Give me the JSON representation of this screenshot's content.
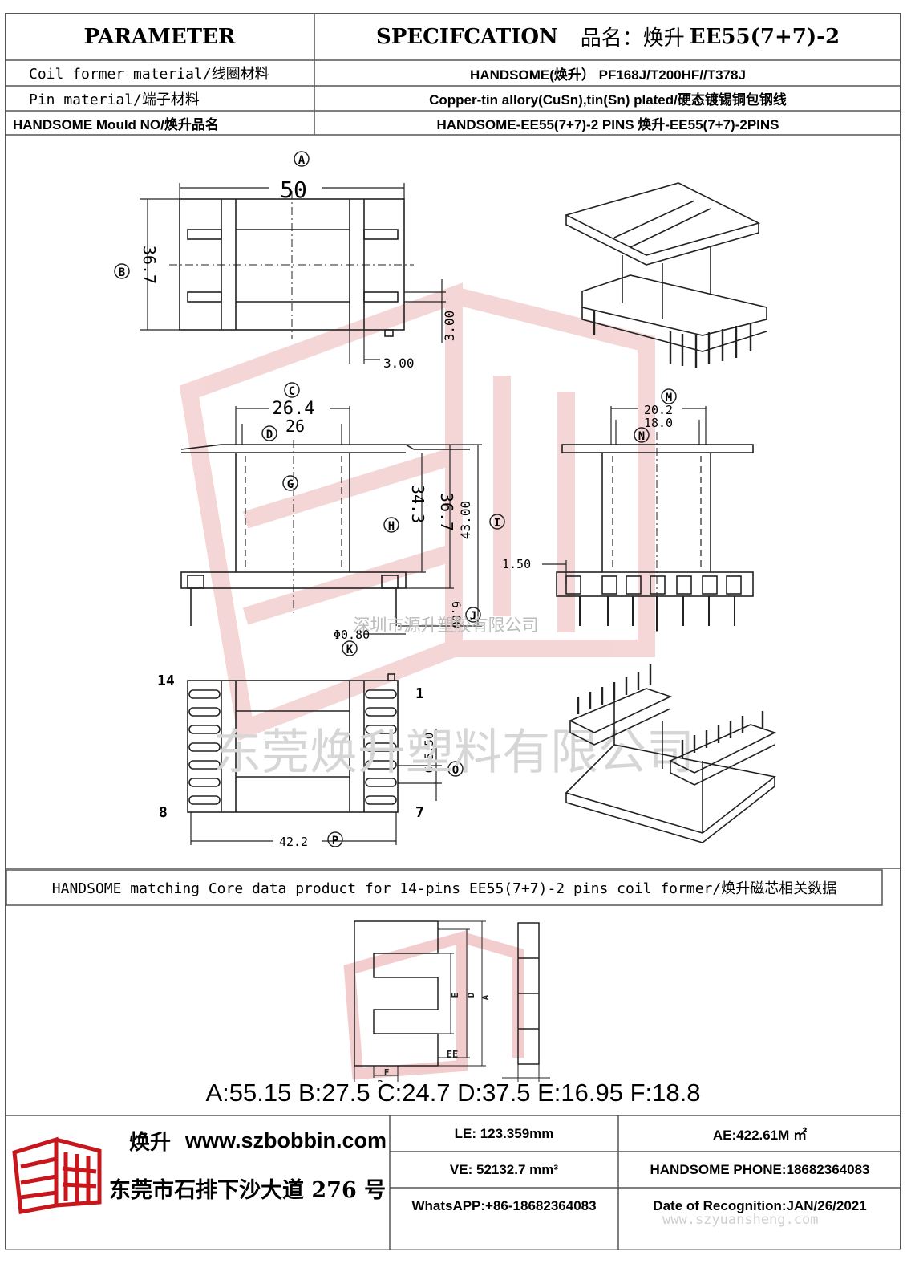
{
  "header": {
    "parameter": "PARAMETER",
    "spec_prefix": "SPECIFCATION",
    "spec_name_label": "品名：焕升",
    "spec_model": "EE55(7+7)-2"
  },
  "rows": [
    {
      "label": "Coil former material/线圈材料",
      "value": "HANDSOME(焕升）  PF168J/T200HF//T378J"
    },
    {
      "label": "Pin material/端子材料",
      "value": "Copper-tin allory(CuSn),tin(Sn) plated/硬态镀锡铜包钢线"
    },
    {
      "label": "HANDSOME Mould NO/焕升品名",
      "value": "HANDSOME-EE55(7+7)-2 PINS    焕升-EE55(7+7)-2PINS"
    }
  ],
  "drawing": {
    "top_view": {
      "dim_a": "50",
      "dim_b": "36.7",
      "pin_w": "3.00",
      "pin_h": "3.00",
      "tag_a": "A",
      "tag_b": "B"
    },
    "front_view": {
      "dim_c": "26.4",
      "dim_d": "26",
      "dim_h1": "34.3",
      "dim_h2": "36.7",
      "dim_i": "43.00",
      "pin_d": "Φ0.80",
      "pin_j": "6.00",
      "tag_c": "C",
      "tag_d": "D",
      "tag_g": "G",
      "tag_h": "H",
      "tag_i": "I",
      "tag_j": "J",
      "tag_k": "K"
    },
    "side_view": {
      "dim_m": "20.2",
      "dim_n": "18.0",
      "pitch": "1.50",
      "tag_m": "M",
      "tag_n": "N"
    },
    "bottom_view": {
      "pin_first": "1",
      "pin_last": "14",
      "pin_7": "7",
      "pin_8": "8",
      "dim_o": "6-5.50",
      "dim_p": "42.2",
      "tag_o": "O",
      "tag_p": "P"
    },
    "watermark_company": "深圳市源升塑胶有限公司",
    "watermark_big": "东莞焕升塑料有限公司"
  },
  "core": {
    "title": "HANDSOME matching Core data  product for 14-pins EE55(7+7)-2 pins coil former/焕升磁芯相关数据",
    "core_type": "EE",
    "letters": [
      "A",
      "B",
      "C",
      "D",
      "E",
      "F"
    ],
    "dims": "A:55.15 B:27.5 C:24.7 D:37.5 E:16.95 F:18.8"
  },
  "footer": {
    "brand": "焕升",
    "website": "www.szbobbin.com",
    "address": "东莞市石排下沙大道 276 号",
    "le": "LE: 123.359mm",
    "ae": "AE:422.61M ㎡",
    "ve": "VE: 52132.7 mm³",
    "phone": "HANDSOME PHONE:18682364083",
    "whatsapp": "WhatsAPP:+86-18682364083",
    "date": "Date of Recognition:JAN/26/2021",
    "site_watermark": "www.szyuansheng.com"
  },
  "colors": {
    "logo_red": "#c8161d",
    "watermark_red": "#f2c9c9",
    "border": "#555555"
  }
}
